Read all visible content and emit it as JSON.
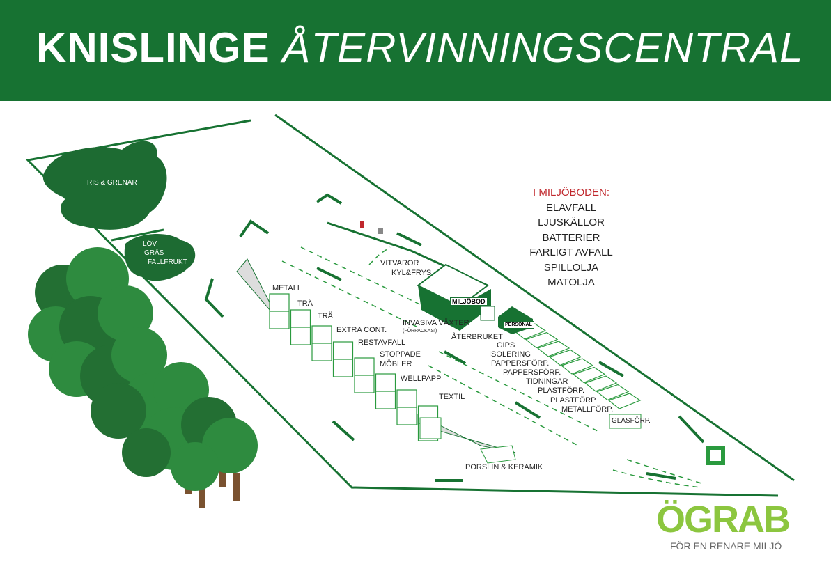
{
  "header": {
    "title_bold": "KNISLINGE",
    "title_italic": "ÅTERVINNINGSCENTRAL"
  },
  "areas": {
    "ris": "RIS & GRENAR",
    "lov": "LÖV",
    "gras": "GRÄS",
    "fallfrukt": "FALLFRUKT"
  },
  "containers": [
    "METALL",
    "TRÄ",
    "TRÄ",
    "EXTRA CONT.",
    "RESTAVFALL",
    "STOPPADE",
    "MÖBLER",
    "WELLPAPP",
    "TEXTIL"
  ],
  "stations": {
    "vitvaror": "VITVAROR",
    "kylfrys": "KYL&FRYS",
    "miljobod": "MILJÖBOD",
    "invasiva": "INVASIVA VÄXTER",
    "forpackas": "(FÖRPACKAS!)",
    "aterbruket": "ÅTERBRUKET",
    "personal": "PERSONAL",
    "porslin": "PORSLIN & KERAMIK",
    "glasforp": "GLASFÖRP."
  },
  "recycling": [
    "GIPS",
    "ISOLERING",
    "PAPPERSFÖRP.",
    "PAPPERSFÖRP.",
    "TIDNINGAR",
    "PLASTFÖRP.",
    "PLASTFÖRP.",
    "METALLFÖRP."
  ],
  "legend": {
    "heading": "I MILJÖBODEN:",
    "items": [
      "ELAVFALL",
      "LJUSKÄLLOR",
      "BATTERIER",
      "FARLIGT AVFALL",
      "SPILLOLJA",
      "MATOLJA"
    ]
  },
  "logo": {
    "name": "ÖGRAB",
    "tagline": "FÖR EN RENARE MILJÖ"
  },
  "colors": {
    "green": "#177232",
    "lime": "#8cc63f",
    "red": "#c0282d"
  }
}
